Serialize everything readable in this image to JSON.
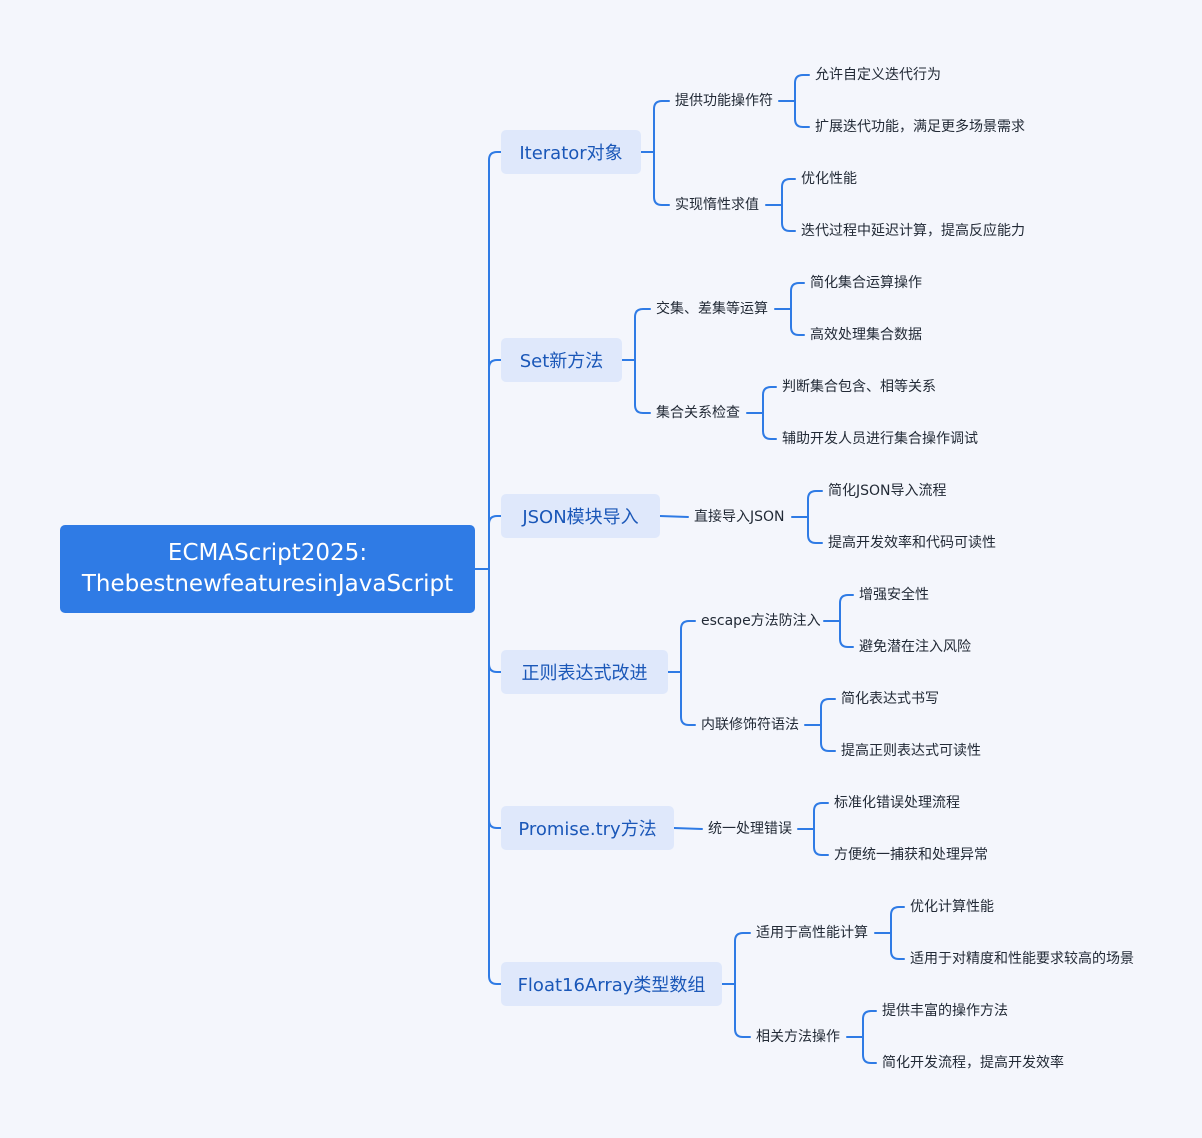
{
  "root": {
    "line1": "ECMAScript2025:",
    "line2": "ThebestnewfeaturesinJavaScript"
  },
  "branches": [
    {
      "label": "Iterator对象",
      "children": [
        {
          "label": "提供功能操作符",
          "leaves": [
            "允许自定义迭代行为",
            "扩展迭代功能，满足更多场景需求"
          ]
        },
        {
          "label": "实现惰性求值",
          "leaves": [
            "优化性能",
            "迭代过程中延迟计算，提高反应能力"
          ]
        }
      ]
    },
    {
      "label": "Set新方法",
      "children": [
        {
          "label": "交集、差集等运算",
          "leaves": [
            "简化集合运算操作",
            "高效处理集合数据"
          ]
        },
        {
          "label": "集合关系检查",
          "leaves": [
            "判断集合包含、相等关系",
            "辅助开发人员进行集合操作调试"
          ]
        }
      ]
    },
    {
      "label": "JSON模块导入",
      "children": [
        {
          "label": "直接导入JSON",
          "leaves": [
            "简化JSON导入流程",
            "提高开发效率和代码可读性"
          ]
        }
      ]
    },
    {
      "label": "正则表达式改进",
      "children": [
        {
          "label": "escape方法防注入",
          "leaves": [
            "增强安全性",
            "避免潜在注入风险"
          ]
        },
        {
          "label": "内联修饰符语法",
          "leaves": [
            "简化表达式书写",
            "提高正则表达式可读性"
          ]
        }
      ]
    },
    {
      "label": "Promise.try方法",
      "children": [
        {
          "label": "统一处理错误",
          "leaves": [
            "标准化错误处理流程",
            "方便统一捕获和处理异常"
          ]
        }
      ]
    },
    {
      "label": "Float16Array类型数组",
      "children": [
        {
          "label": "适用于高性能计算",
          "leaves": [
            "优化计算性能",
            "适用于对精度和性能要求较高的场景"
          ]
        },
        {
          "label": "相关方法操作",
          "leaves": [
            "提供丰富的操作方法",
            "简化开发流程，提高开发效率"
          ]
        }
      ]
    }
  ]
}
